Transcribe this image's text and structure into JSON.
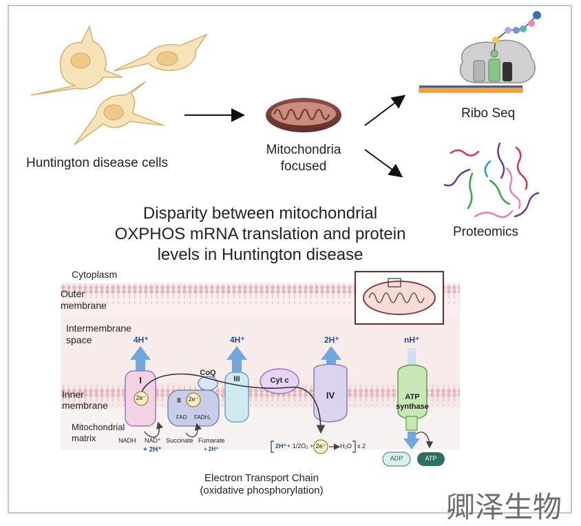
{
  "top": {
    "cells_label": "Huntington disease cells",
    "mito_label_line1": "Mitochondria",
    "mito_label_line2": "focused",
    "riboseq_label": "Ribo Seq",
    "proteomics_label": "Proteomics"
  },
  "title": {
    "line1": "Disparity between mitochondrial",
    "line2": "OXPHOS mRNA translation and protein",
    "line3": "levels in Huntington disease"
  },
  "etc": {
    "regions": {
      "cytoplasm": "Cytoplasm",
      "outer_membrane_line1": "Outer",
      "outer_membrane_line2": "membrane",
      "intermembrane_line1": "Intermembrane",
      "intermembrane_line2": "space",
      "inner_membrane_line1": "Inner",
      "inner_membrane_line2": "membrane",
      "matrix_line1": "Mitochondrial",
      "matrix_line2": "matrix"
    },
    "protons": {
      "complex1": "4H⁺",
      "complex3": "4H⁺",
      "complex4": "2H⁺",
      "atp": "nH⁺"
    },
    "complexes": {
      "c1": "I",
      "c2": "II",
      "c3": "III",
      "c4": "IV",
      "coq": "CoQ",
      "cytc": "Cyt c",
      "atp_line1": "ATP",
      "atp_line2": "synthase"
    },
    "electrons": {
      "e1": "2e⁻",
      "e2": "2e⁻",
      "e3": "2e⁻"
    },
    "substrates": {
      "nadh": "NADH",
      "nad": "NAD⁺",
      "nad_h": "+ 2H⁺",
      "fad": "FAD",
      "fadh2": "FADH₂",
      "succinate": "Succinate",
      "fumarate": "Fumarate",
      "fum_h": "+ 2H⁺",
      "adp": "ADP",
      "atp": "ATP"
    },
    "equation": {
      "h": "2H⁺",
      "mid": "+ 1/2O₂ +",
      "product": "H₂O",
      "mult": "x 2"
    },
    "caption_line1": "Electron Transport Chain",
    "caption_line2": "(oxidative phosphorylation)"
  },
  "watermark": "卿泽生物"
}
